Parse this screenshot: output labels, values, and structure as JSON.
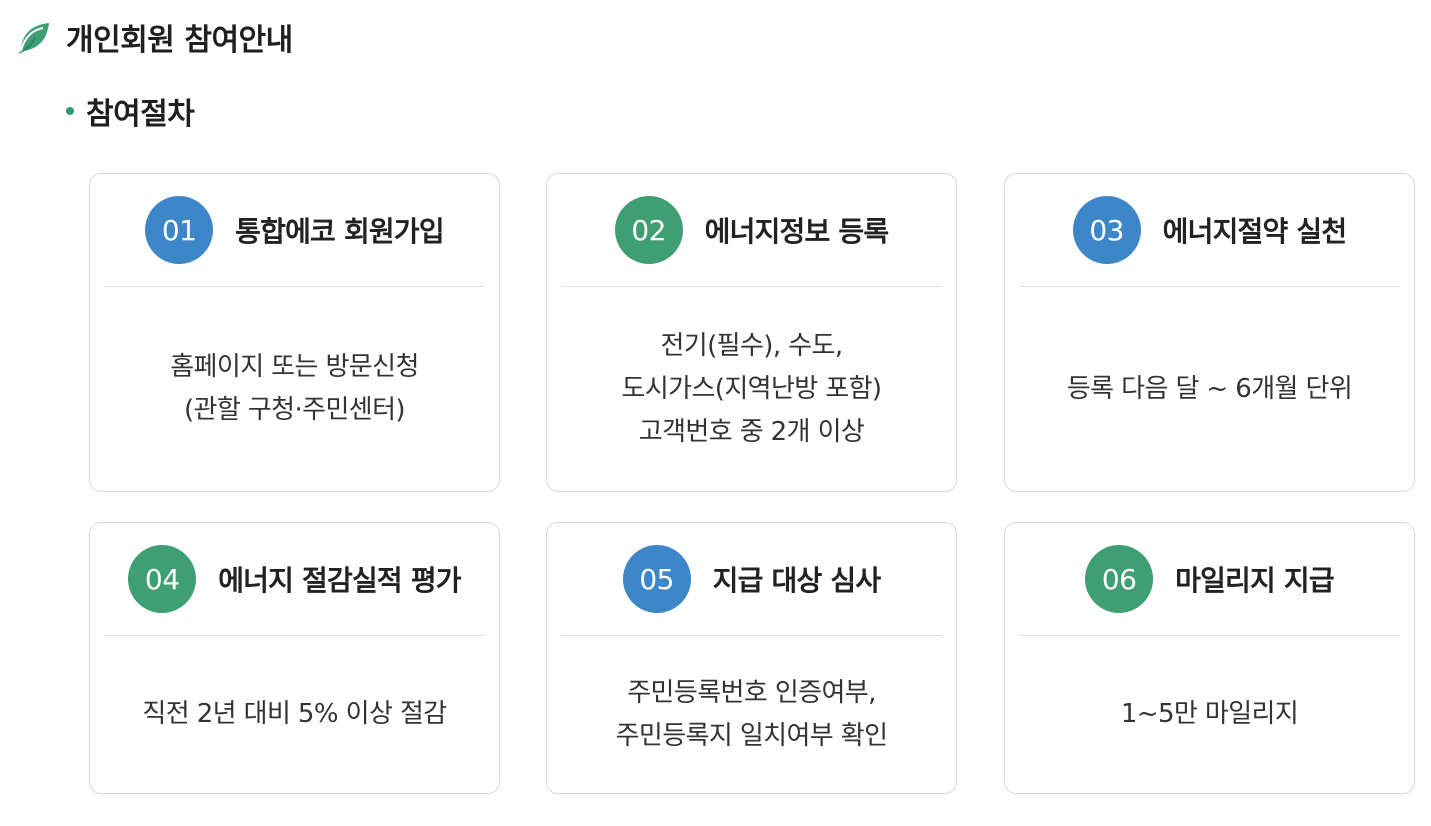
{
  "page": {
    "title": "개인회원 참여안내",
    "section_title": "참여절차"
  },
  "colors": {
    "accent_green": "#3f9f73",
    "accent_blue": "#3d87c8"
  },
  "icons": {
    "heading_icon": "leaf-icon",
    "section_bullet": "bullet-dot"
  },
  "steps": [
    {
      "number": "01",
      "title": "통합에코 회원가입",
      "badge_color": "blue",
      "lines": [
        "홈페이지 또는 방문신청",
        "(관할 구청·주민센터)"
      ]
    },
    {
      "number": "02",
      "title": "에너지정보 등록",
      "badge_color": "green",
      "lines": [
        "전기(필수), 수도,",
        "도시가스(지역난방 포함)",
        "고객번호 중 2개 이상"
      ]
    },
    {
      "number": "03",
      "title": "에너지절약 실천",
      "badge_color": "blue",
      "lines": [
        "등록 다음 달 ~ 6개월 단위"
      ]
    },
    {
      "number": "04",
      "title": "에너지 절감실적 평가",
      "badge_color": "green",
      "lines": [
        "직전 2년 대비 5% 이상 절감"
      ]
    },
    {
      "number": "05",
      "title": "지급 대상 심사",
      "badge_color": "blue",
      "lines": [
        "주민등록번호 인증여부,",
        "주민등록지 일치여부 확인"
      ]
    },
    {
      "number": "06",
      "title": "마일리지 지급",
      "badge_color": "green",
      "lines": [
        "1~5만 마일리지"
      ]
    }
  ]
}
